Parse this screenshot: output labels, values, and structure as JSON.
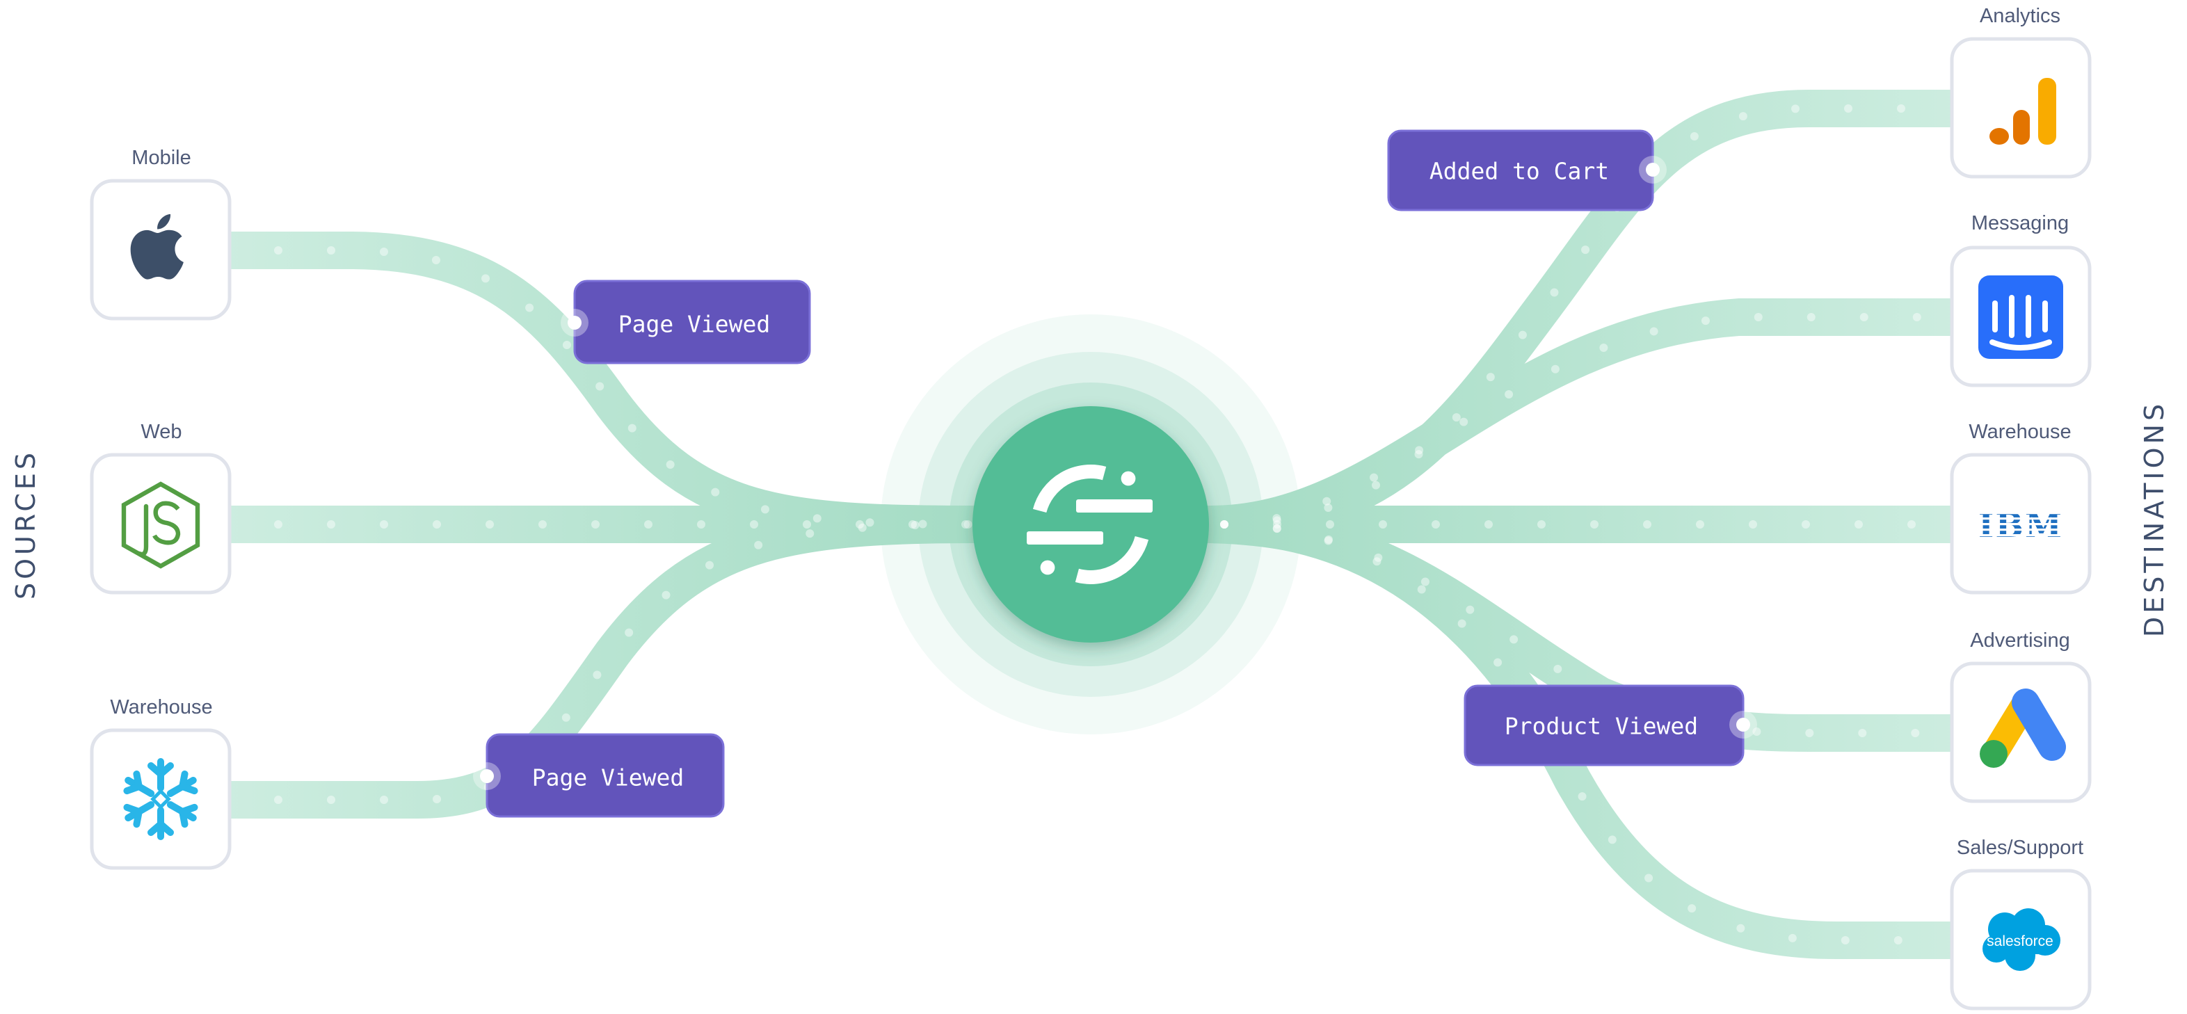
{
  "side_labels": {
    "sources": "SOURCES",
    "destinations": "DESTINATIONS"
  },
  "sources": [
    {
      "label": "Mobile",
      "icon": "apple-icon"
    },
    {
      "label": "Web",
      "icon": "nodejs-icon"
    },
    {
      "label": "Warehouse",
      "icon": "snowflake-icon"
    }
  ],
  "destinations": [
    {
      "label": "Analytics",
      "icon": "google-analytics-icon"
    },
    {
      "label": "Messaging",
      "icon": "intercom-icon"
    },
    {
      "label": "Warehouse",
      "icon": "ibm-icon",
      "logo_text": "IBM"
    },
    {
      "label": "Advertising",
      "icon": "google-ads-icon"
    },
    {
      "label": "Sales/Support",
      "icon": "salesforce-icon",
      "logo_text": "salesforce"
    }
  ],
  "events": [
    {
      "label": "Page Viewed"
    },
    {
      "label": "Page Viewed"
    },
    {
      "label": "Added to Cart"
    },
    {
      "label": "Product Viewed"
    }
  ],
  "hub": {
    "icon": "segment-logo-icon"
  },
  "colors": {
    "hub": "#53bd96",
    "band": "#b7e5d2",
    "event": "#6254bb",
    "text": "#4f5a78"
  }
}
